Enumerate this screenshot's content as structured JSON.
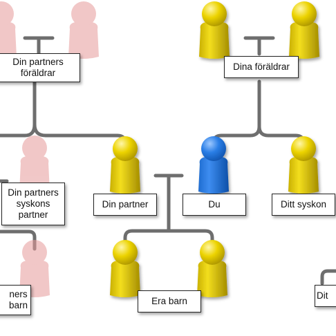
{
  "colors": {
    "line": "#6e6e6e",
    "yellow": "#ecd300",
    "yellow_shade": "#a48d00",
    "blue": "#2a7ee6",
    "blue_shade": "#0d4fa8",
    "faded": "#e69a9a"
  },
  "person_icon": "person-icon",
  "labels": {
    "partner_parents": "Din partners\nföräldrar",
    "your_parents": "Dina föräldrar",
    "partner_sibling_partner": "Din partners\nsyskons\npartner",
    "partner": "Din partner",
    "you": "Du",
    "sibling": "Ditt syskon",
    "children": "Era barn",
    "partner_nephews": "ners\nbarn",
    "sibling_children": "Dit"
  }
}
